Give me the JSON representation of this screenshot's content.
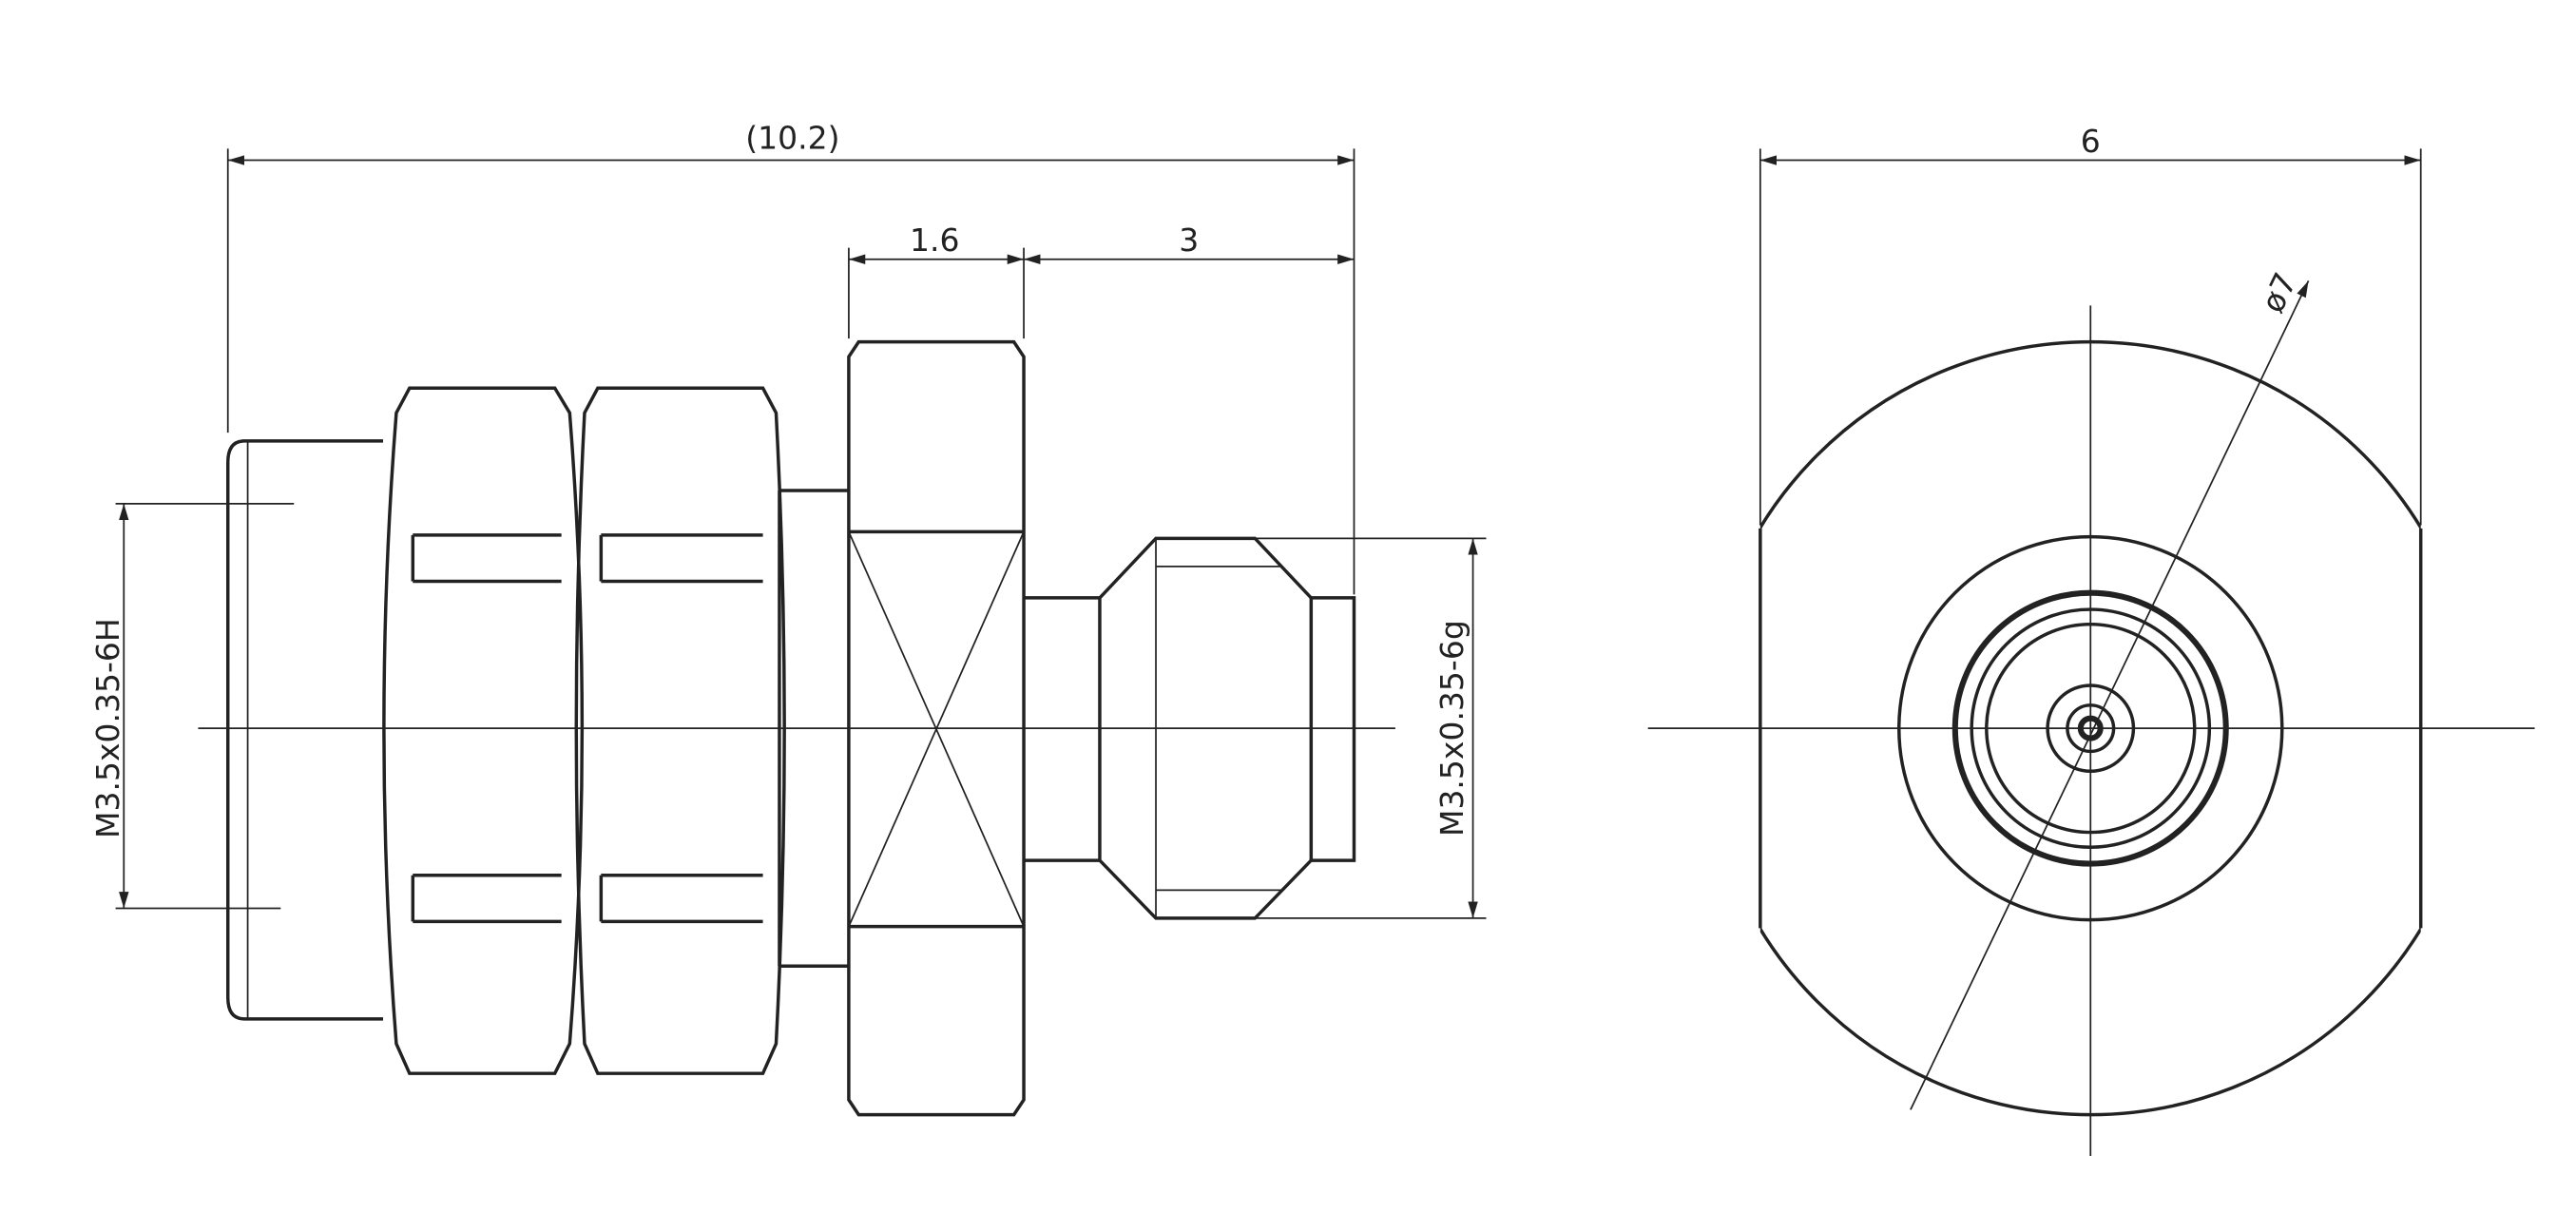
{
  "dimensions": {
    "overall_length": "(10.2)",
    "flange_width": "1.6",
    "pin_length": "3",
    "end_view_width": "6",
    "diameter": "ø7",
    "female_thread": "M3.5x0.35-6H",
    "male_thread": "M3.5x0.35-6g"
  },
  "colors": {
    "line": "#222222",
    "background": "#ffffff"
  }
}
